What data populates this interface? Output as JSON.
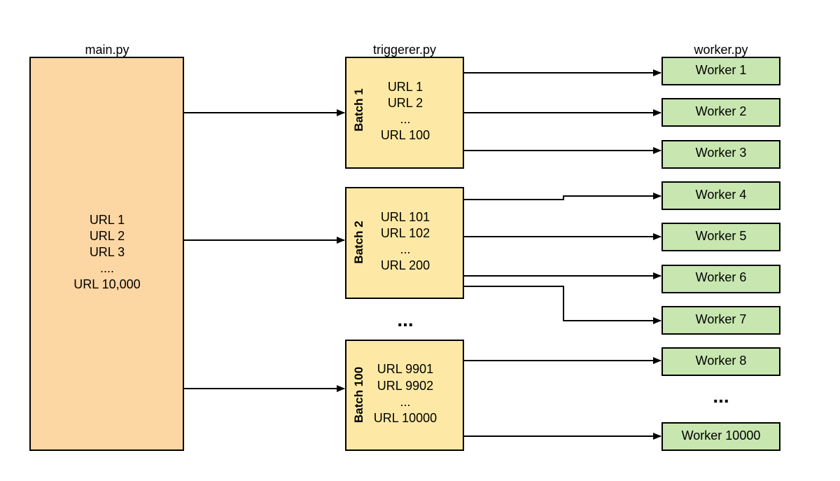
{
  "headers": {
    "main": "main.py",
    "triggerer": "triggerer.py",
    "worker": "worker.py"
  },
  "main_box": {
    "lines": [
      "URL 1",
      "URL 2",
      "URL 3",
      "....",
      "URL 10,000"
    ]
  },
  "batches": [
    {
      "label": "Batch 1",
      "lines": [
        "URL 1",
        "URL 2",
        "...",
        "URL 100"
      ]
    },
    {
      "label": "Batch 2",
      "lines": [
        "URL 101",
        "URL 102",
        "...",
        "URL 200"
      ]
    },
    {
      "label": "Batch 100",
      "lines": [
        "URL 9901",
        "URL 9902",
        "...",
        "URL 10000"
      ]
    }
  ],
  "batch_ellipsis": "...",
  "workers": [
    "Worker 1",
    "Worker 2",
    "Worker 3",
    "Worker 4",
    "Worker 5",
    "Worker 6",
    "Worker 7",
    "Worker 8",
    "Worker 10000"
  ],
  "worker_ellipsis": "...",
  "colors": {
    "main_fill": "#fcd6a3",
    "batch_fill": "#fde9a5",
    "worker_fill": "#c8e6b0",
    "stroke": "#000000"
  }
}
